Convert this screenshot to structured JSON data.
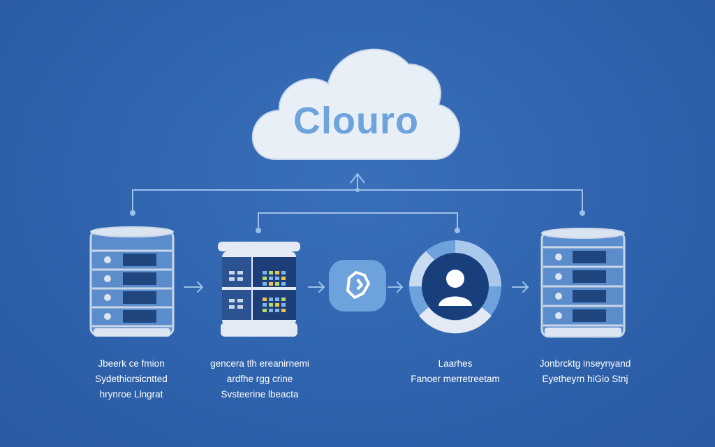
{
  "colors": {
    "background": "#2f63ad",
    "cloud_fill": "#e9eff7",
    "cloud_text": "#6fa3dc",
    "connector": "#9cc0ea",
    "device_fill": "#e3eaf4",
    "device_stroke": "#c9d6e8",
    "slot_dark": "#2b5391",
    "caption_text": "#ffffff",
    "hub_fill": "#6ea2dd",
    "user_ring_outer": "#6ea2dd",
    "user_ring_inner": "#183e7b"
  },
  "cloud": {
    "title": "Clouro",
    "icon": "cloud-icon"
  },
  "nodes": [
    {
      "id": "server-left",
      "icon": "server-rack-icon",
      "caption": [
        "Jbeerk ce fmion",
        "Sydethiorsicntted",
        "hrynroe Llngrat"
      ]
    },
    {
      "id": "dashboard",
      "icon": "monitor-dashboard-icon",
      "caption": [
        "gencera tlh ereanirnemi",
        "ardfhe rgg crine",
        "Svsteerine lbeacta"
      ]
    },
    {
      "id": "hub",
      "icon": "connector-hub-icon",
      "caption": []
    },
    {
      "id": "user",
      "icon": "user-icon",
      "caption": [
        "Laarhes",
        "Fanoer merretreetam"
      ]
    },
    {
      "id": "server-right",
      "icon": "server-rack-icon",
      "caption": [
        "Jonbrcktg inseynyand",
        "Eyetheyrn hiGio Stnj"
      ]
    }
  ],
  "arrows": [
    "arrow-right-icon",
    "arrow-right-icon",
    "arrow-right-icon",
    "arrow-right-icon"
  ]
}
